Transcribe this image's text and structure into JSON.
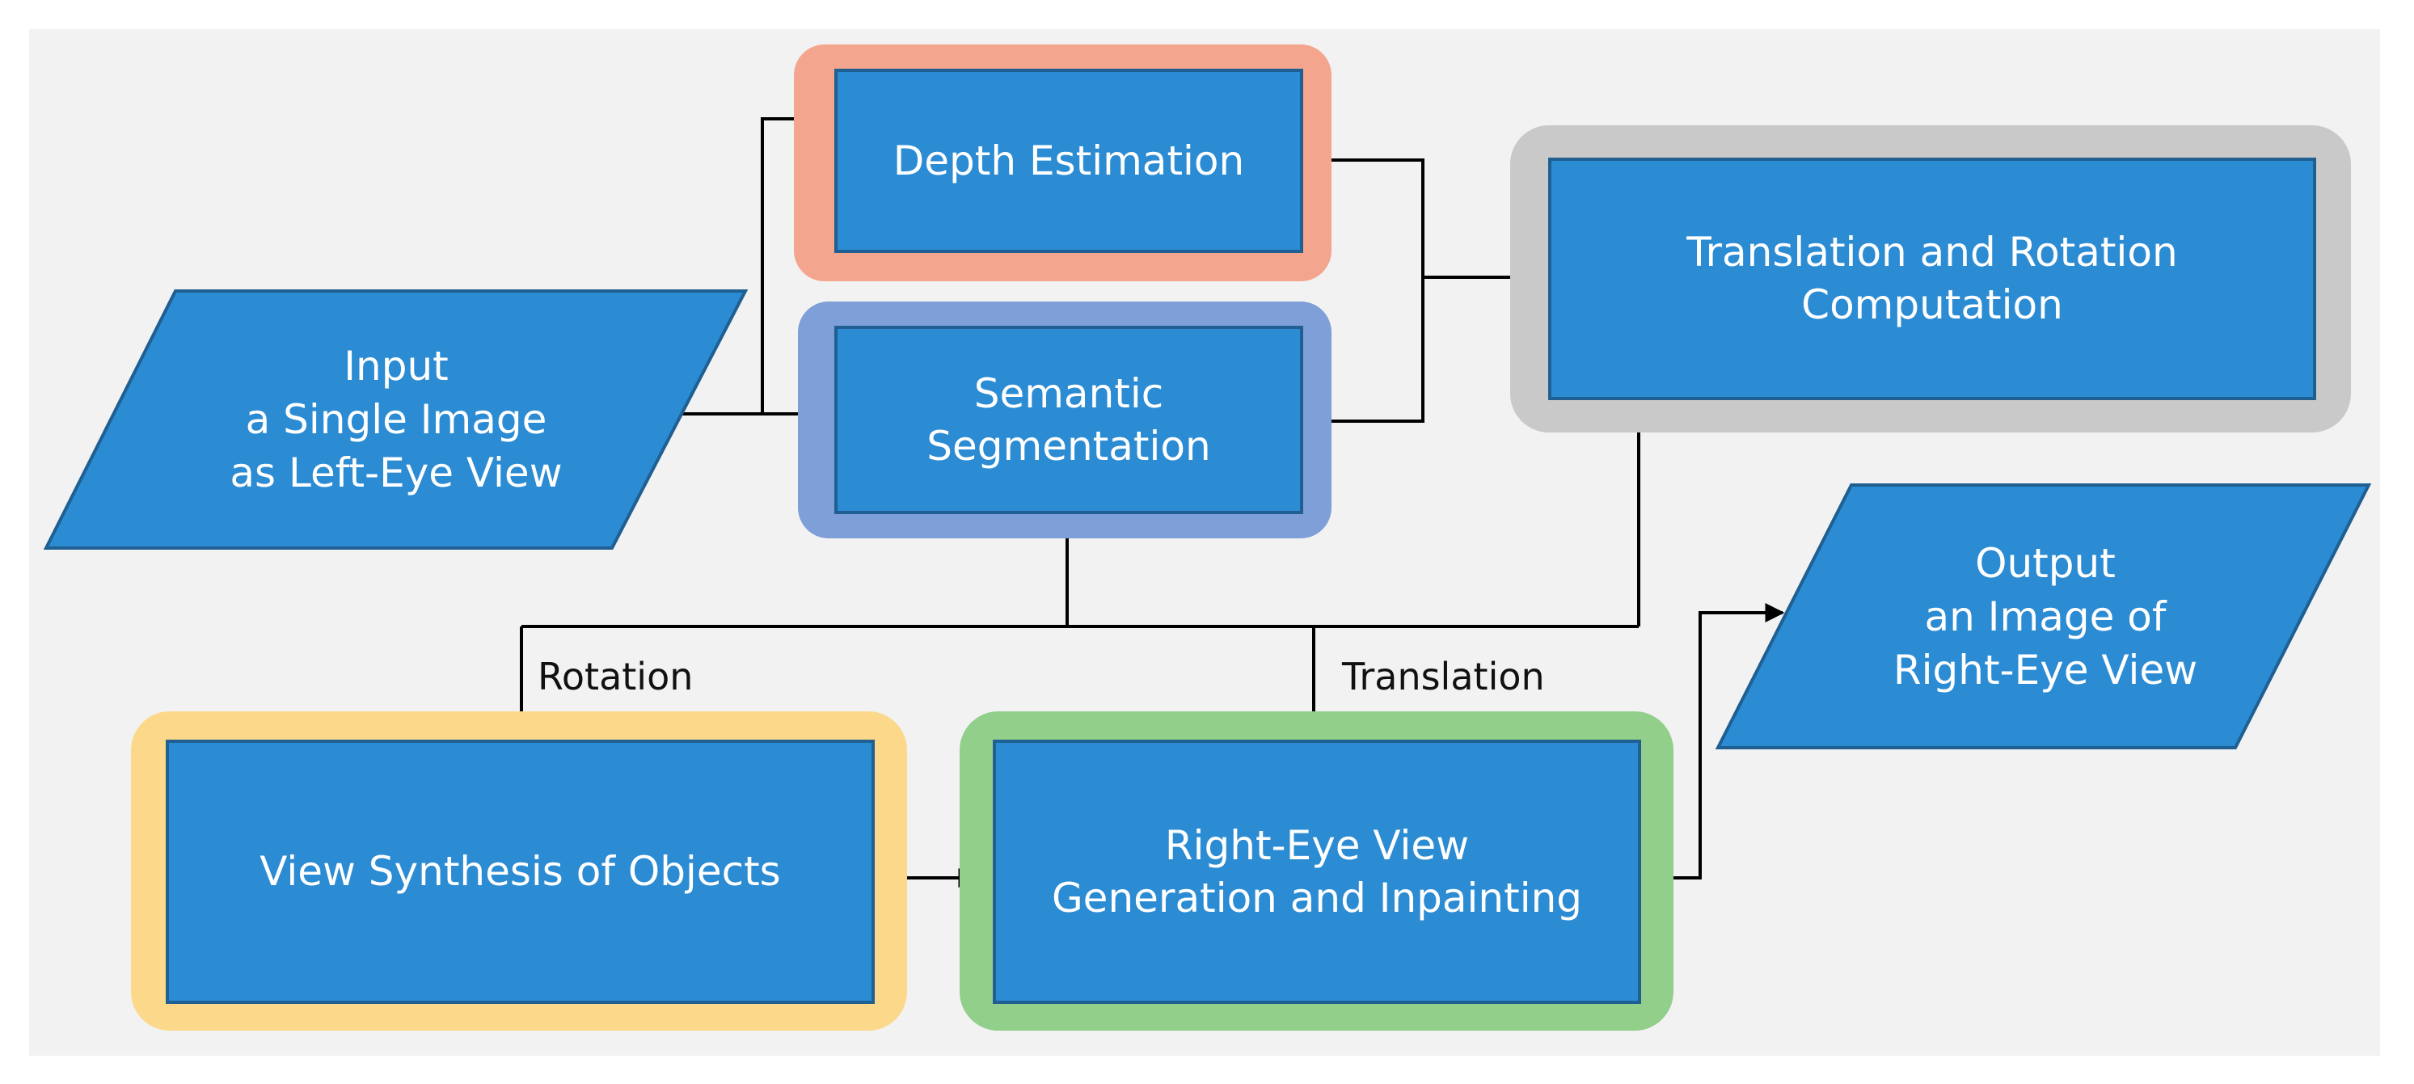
{
  "colors": {
    "box_fill": "#2b8bd3",
    "box_border": "#1f5f92",
    "halo_depth": "#f4a58e",
    "halo_segmentation": "#7f9fd8",
    "halo_translation_rotation": "#c9c9c9",
    "halo_view_synthesis": "#fcd98a",
    "halo_right_eye": "#92cf8a",
    "panel_background": "#f2f2f2",
    "connector": "#000000"
  },
  "nodes": {
    "input": "Input\na Single Image\nas Left-Eye View",
    "depth": "Depth Estimation",
    "segmentation": "Semantic\nSegmentation",
    "translation_rotation": "Translation and Rotation\nComputation",
    "view_synthesis": "View Synthesis of Objects",
    "right_eye": "Right-Eye View\nGeneration and Inpainting",
    "output": "Output\nan Image of\nRight-Eye View"
  },
  "edge_labels": {
    "rotation": "Rotation",
    "translation": "Translation"
  }
}
